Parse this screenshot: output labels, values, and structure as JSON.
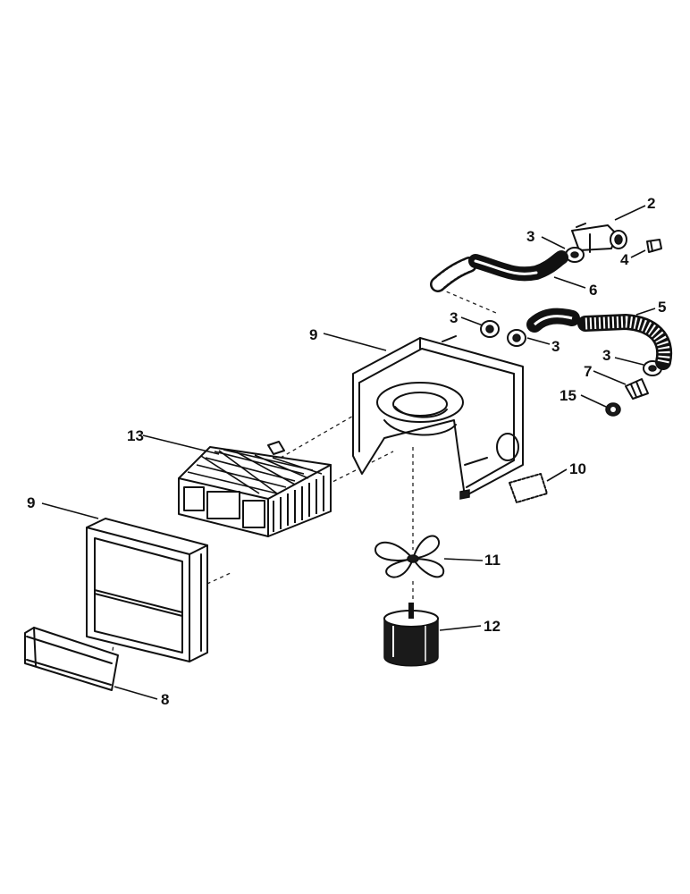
{
  "labels": {
    "p2": "2",
    "p3a": "3",
    "p4": "4",
    "p6": "6",
    "p5": "5",
    "p3b": "3",
    "p3c": "3",
    "p3d": "3",
    "p9a": "9",
    "p7": "7",
    "p15": "15",
    "p13": "13",
    "p10": "10",
    "p9b": "9",
    "p11": "11",
    "p12": "12",
    "p8": "8"
  },
  "ink_color": "#111111",
  "background_color": "#ffffff"
}
